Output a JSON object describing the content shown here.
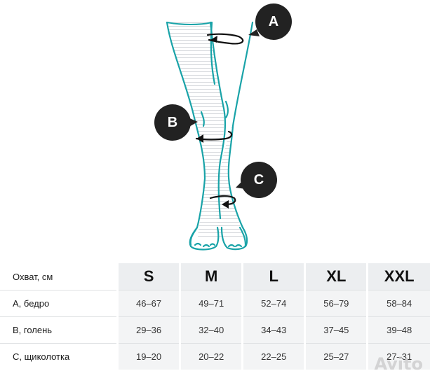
{
  "markers": {
    "a": "A",
    "b": "B",
    "c": "C"
  },
  "colors": {
    "leg_outline": "#19a3a8",
    "marker_bg": "#222222",
    "stripe": "#c8ccd0",
    "header_bg": "#eceef0",
    "cell_bg": "#f3f4f5"
  },
  "table": {
    "header_label": "Охват, см",
    "sizes": [
      "S",
      "M",
      "L",
      "XL",
      "XXL"
    ],
    "rows": [
      {
        "label": "А, бедро",
        "values": [
          "46–67",
          "49–71",
          "52–74",
          "56–79",
          "58–84"
        ]
      },
      {
        "label": "В, голень",
        "values": [
          "29–36",
          "32–40",
          "34–43",
          "37–45",
          "39–48"
        ]
      },
      {
        "label": "С, щиколотка",
        "values": [
          "19–20",
          "20–22",
          "22–25",
          "25–27",
          "27–31"
        ]
      }
    ]
  },
  "watermark": "Avito"
}
